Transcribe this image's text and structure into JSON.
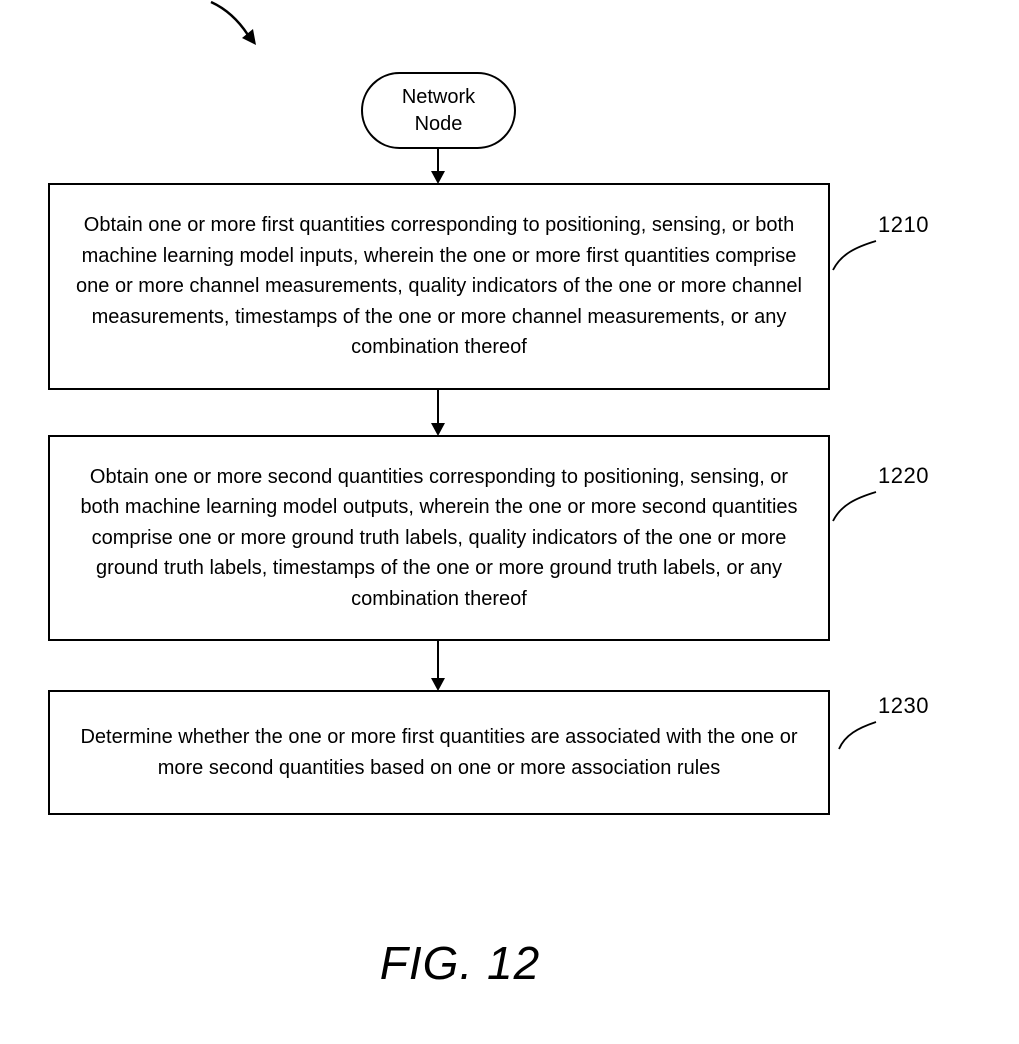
{
  "colors": {
    "line": "#000000",
    "background": "#ffffff"
  },
  "figure": {
    "caption": "FIG. 12"
  },
  "diagram": {
    "start_node": {
      "label": "Network Node"
    },
    "steps": [
      {
        "ref": "1210",
        "text": "Obtain one or more first quantities corresponding to positioning, sensing, or both machine learning model inputs, wherein the one or more first quantities comprise one or more channel measurements, quality indicators of the one or more channel measurements, timestamps of the one or more channel measurements, or any combination thereof"
      },
      {
        "ref": "1220",
        "text": "Obtain one or more second quantities corresponding to positioning, sensing, or both machine learning model outputs, wherein the one or more second quantities comprise one or more ground truth labels, quality indicators of the one or more ground truth labels, timestamps of the one or more ground truth labels, or any combination thereof"
      },
      {
        "ref": "1230",
        "text": "Determine whether the one or more first quantities are associated with the one or more second quantities based on one or more association rules"
      }
    ]
  }
}
